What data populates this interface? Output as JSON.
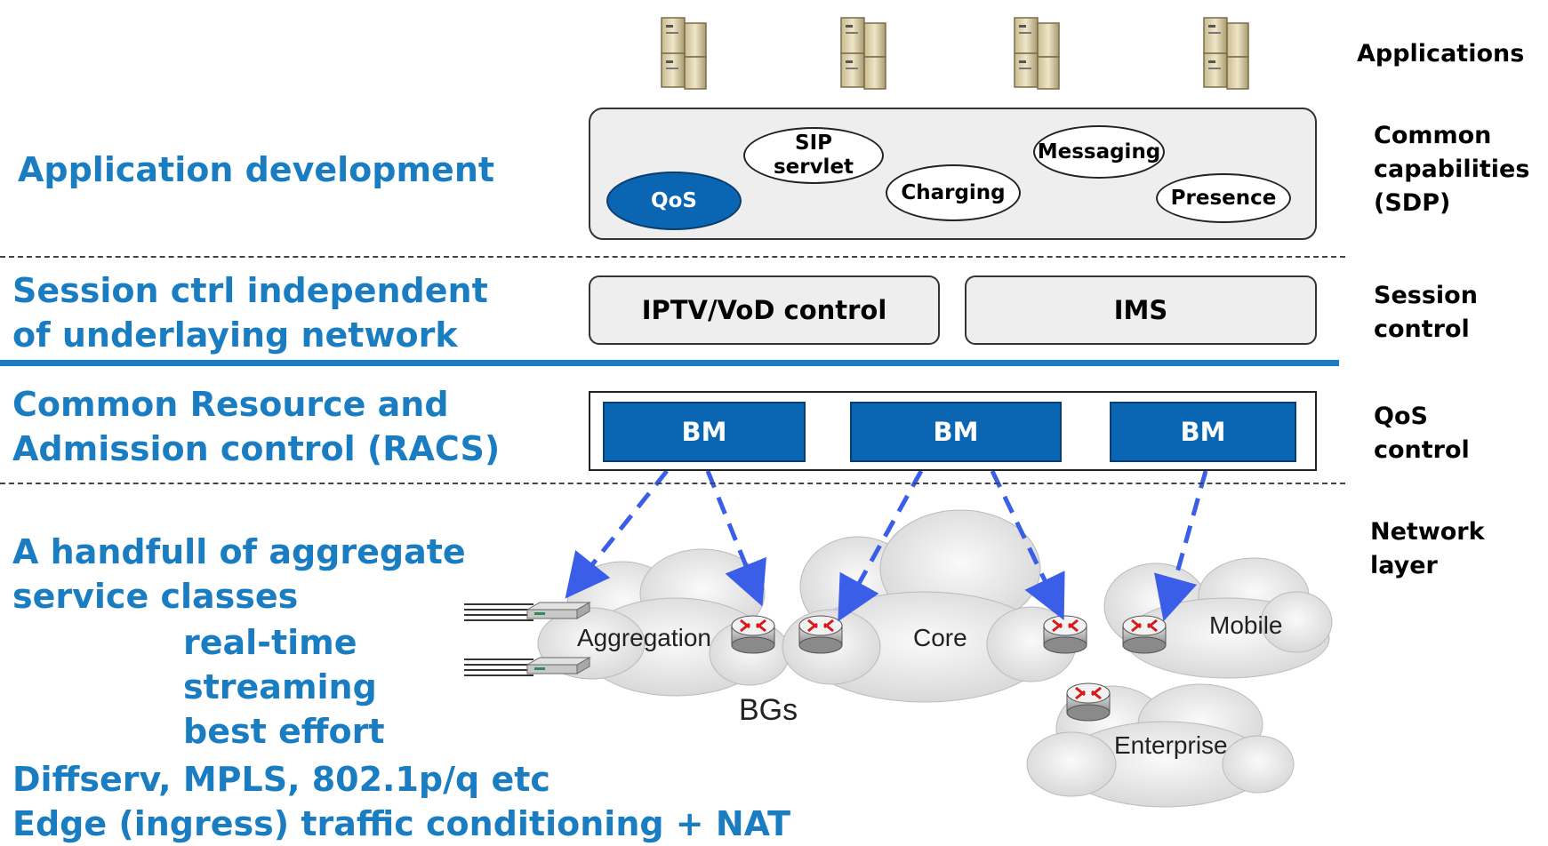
{
  "left_texts": {
    "app_dev": "Application development",
    "session_line1": "Session ctrl independent",
    "session_line2": "of underlaying network",
    "racs_line1": "Common Resource and",
    "racs_line2": "Admission control (RACS)",
    "handful_line1": "A handfull of aggregate",
    "handful_line2": "service classes",
    "class_realtime": "real-time",
    "class_streaming": "streaming",
    "class_best_effort": "best effort",
    "diffserv": "Diffserv, MPLS, 802.1p/q etc",
    "edge": "Edge (ingress) traffic conditioning + NAT"
  },
  "right_labels": {
    "applications": "Applications",
    "common_line1": "Common",
    "common_line2": "capabilities",
    "common_line3": "(SDP)",
    "session_line1": "Session",
    "session_line2": "control",
    "qos_line1": "QoS",
    "qos_line2": "control",
    "network_line1": "Network",
    "network_line2": "layer"
  },
  "capabilities": {
    "sip_line1": "SIP",
    "sip_line2": "servlet",
    "messaging": "Messaging",
    "qos": "QoS",
    "charging": "Charging",
    "presence": "Presence"
  },
  "session_control": {
    "iptv": "IPTV/VoD control",
    "ims": "IMS"
  },
  "qos_control": {
    "bm1": "BM",
    "bm2": "BM",
    "bm3": "BM"
  },
  "network": {
    "aggregation": "Aggregation",
    "core": "Core",
    "mobile": "Mobile",
    "enterprise": "Enterprise",
    "bgs": "BGs"
  },
  "colors": {
    "text_blue": "#1a7dc2",
    "bm_blue": "#0a65b3",
    "arrow_blue": "#3b5ee8",
    "separator_blue": "#1a7dc2"
  }
}
